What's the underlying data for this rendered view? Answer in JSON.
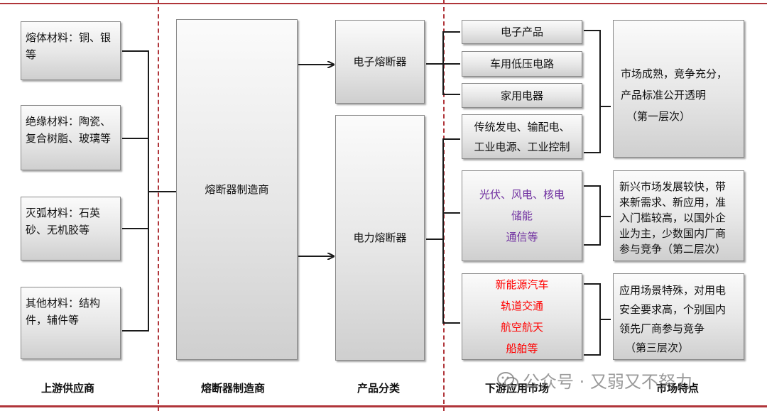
{
  "colors": {
    "border_accent": "#b0353a",
    "purple_text": "#7030a0",
    "red_text": "#ff0000"
  },
  "upstream": {
    "materials": [
      "熔体材料：铜、银等",
      "绝缘材料：陶瓷、复合树脂、玻璃等",
      "灭弧材料：石英砂、无机胶等",
      "其他材料：结构件，辅件等"
    ],
    "footer": "上游供应商"
  },
  "manufacturer": {
    "label": "熔断器制造商",
    "footer": "熔断器制造商"
  },
  "products": {
    "electronic_fuse": "电子熔断器",
    "power_fuse": "电力熔断器",
    "footer": "产品分类"
  },
  "downstream": {
    "electronics": "电子产品",
    "automotive_low_voltage": "车用低压电路",
    "home_appliances": "家用电器",
    "traditional": {
      "line1": "传统发电、输配电、",
      "line2": "工业电源、工业控制"
    },
    "emerging": {
      "line1": "光伏、风电、核电",
      "line2": "储能",
      "line3": "通信等"
    },
    "special": {
      "line1": "新能源汽车",
      "line2": "轨道交通",
      "line3": "航空航天",
      "line4": "船舶等"
    },
    "footer": "下游应用市场"
  },
  "market": {
    "tier1": {
      "line1": "市场成熟，竞争充分，",
      "line2": "产品标准公开透明",
      "line3": "（第一层次）"
    },
    "tier2": {
      "line1": "新兴市场发展较快，带",
      "line2": "来新需求、新应用，准",
      "line3": "入门槛较高，以国外企",
      "line4": "业为主，少数国内厂商",
      "line5": "参与竞争（第二层次）"
    },
    "tier3": {
      "line1": "应用场景特殊，对用电",
      "line2": "安全要求高，个别国内",
      "line3": "领先厂商参与竞争",
      "line4": "（第三层次）"
    },
    "footer": "市场特点"
  },
  "watermark": {
    "text": "公众号 · 又弱又不努力",
    "icon": "wechat-icon"
  }
}
